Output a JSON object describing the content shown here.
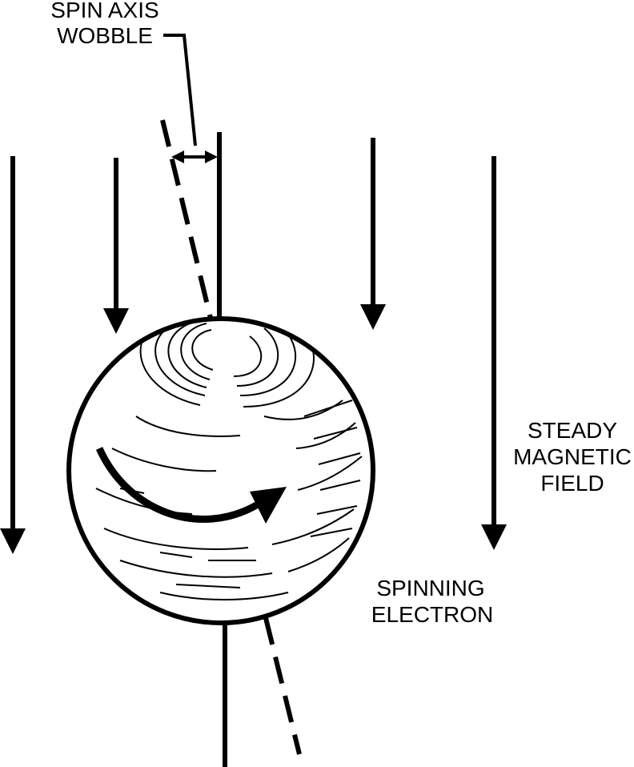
{
  "labels": {
    "wobble_line1": "SPIN AXIS",
    "wobble_line2": "WOBBLE",
    "field_line1": "STEADY",
    "field_line2": "MAGNETIC",
    "field_line3": "FIELD",
    "electron_line1": "SPINNING",
    "electron_line2": "ELECTRON"
  },
  "colors": {
    "ink": "#000000",
    "background": "#ffffff"
  }
}
